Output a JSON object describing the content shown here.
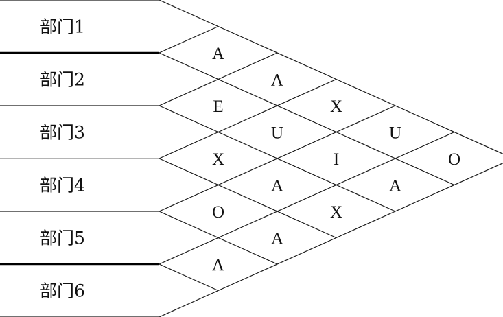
{
  "departments": [
    "部门1",
    "部门2",
    "部门3",
    "部门4",
    "部门5",
    "部门6"
  ],
  "pairs": [
    {
      "from": 1,
      "to": 2,
      "code": "A"
    },
    {
      "from": 1,
      "to": 3,
      "code": "Λ"
    },
    {
      "from": 1,
      "to": 4,
      "code": "X"
    },
    {
      "from": 1,
      "to": 5,
      "code": "U"
    },
    {
      "from": 1,
      "to": 6,
      "code": "O"
    },
    {
      "from": 2,
      "to": 3,
      "code": "E"
    },
    {
      "from": 2,
      "to": 4,
      "code": "U"
    },
    {
      "from": 2,
      "to": 5,
      "code": "I"
    },
    {
      "from": 2,
      "to": 6,
      "code": "A"
    },
    {
      "from": 3,
      "to": 4,
      "code": "X"
    },
    {
      "from": 3,
      "to": 5,
      "code": "A"
    },
    {
      "from": 3,
      "to": 6,
      "code": "X"
    },
    {
      "from": 4,
      "to": 5,
      "code": "O"
    },
    {
      "from": 4,
      "to": 6,
      "code": "A"
    },
    {
      "from": 5,
      "to": 6,
      "code": "Λ"
    }
  ],
  "colors": {
    "line": "#1a1a1a",
    "text": "#111111",
    "background": "#ffffff"
  }
}
